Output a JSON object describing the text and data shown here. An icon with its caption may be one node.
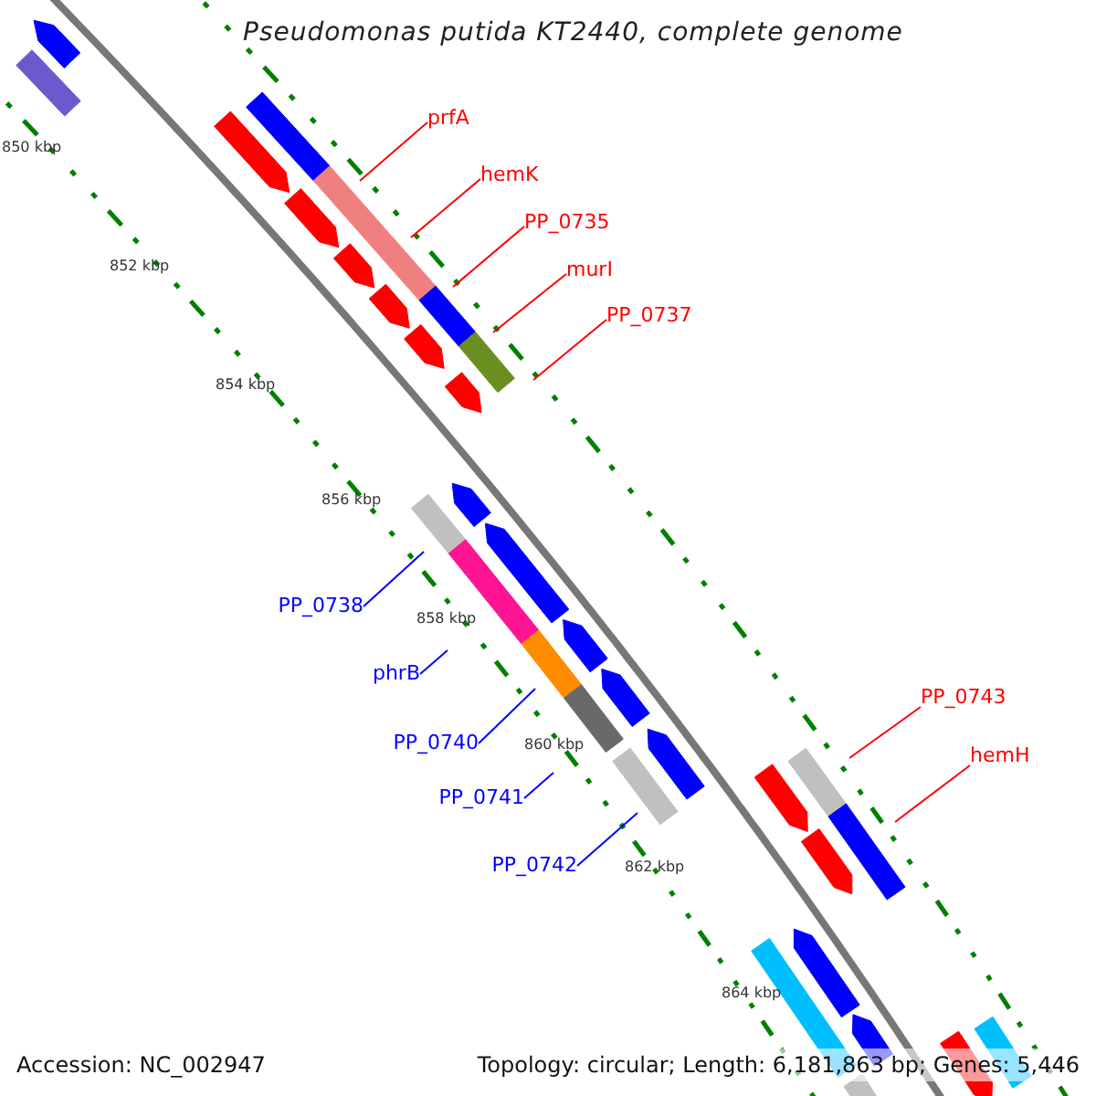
{
  "diagram": {
    "title": "Pseudomonas putida KT2440, complete genome",
    "nodes": [
      {
        "text": [
          "prfA"
        ]
      },
      {
        "text": [
          "hemK"
        ]
      },
      {
        "text": [
          "PP_0735"
        ]
      },
      {
        "text": [
          "murI"
        ]
      },
      {
        "text": [
          "PP_0737"
        ]
      },
      {
        "text": [
          "PP_0738"
        ]
      },
      {
        "text": [
          "phrB"
        ]
      },
      {
        "text": [
          "PP_0740"
        ]
      },
      {
        "text": [
          "PP_0741"
        ]
      },
      {
        "text": [
          "PP_0742"
        ]
      },
      {
        "text": [
          "PP_0743"
        ]
      },
      {
        "text": [
          "hemH"
        ]
      }
    ],
    "edges": [
      {
        "from": 0,
        "to": null,
        "arrow": "none"
      },
      {
        "from": 1,
        "to": null,
        "arrow": "none"
      },
      {
        "from": 2,
        "to": null,
        "arrow": "none"
      },
      {
        "from": 3,
        "to": null,
        "arrow": "none"
      },
      {
        "from": 4,
        "to": null,
        "arrow": "none"
      },
      {
        "from": 5,
        "to": null,
        "arrow": "none",
        "color": "#0000ff"
      },
      {
        "from": 6,
        "to": null,
        "arrow": "none",
        "color": "#0000ff"
      },
      {
        "from": 7,
        "to": null,
        "arrow": "none",
        "color": "#0000ff"
      },
      {
        "from": 8,
        "to": null,
        "arrow": "none",
        "color": "#0000ff"
      },
      {
        "from": 9,
        "to": null,
        "arrow": "none",
        "color": "#0000ff"
      },
      {
        "from": 10,
        "to": null,
        "arrow": "none"
      },
      {
        "from": 11,
        "to": null,
        "arrow": "none"
      }
    ],
    "labels": [
      "850 kbp",
      "852 kbp",
      "854 kbp",
      "856 kbp",
      "858 kbp",
      "860 kbp",
      "862 kbp",
      "864 kbp",
      "Accession: NC_002947",
      "Topology: circular; Length: 6,181,863 bp; Genes: 5,446"
    ]
  }
}
